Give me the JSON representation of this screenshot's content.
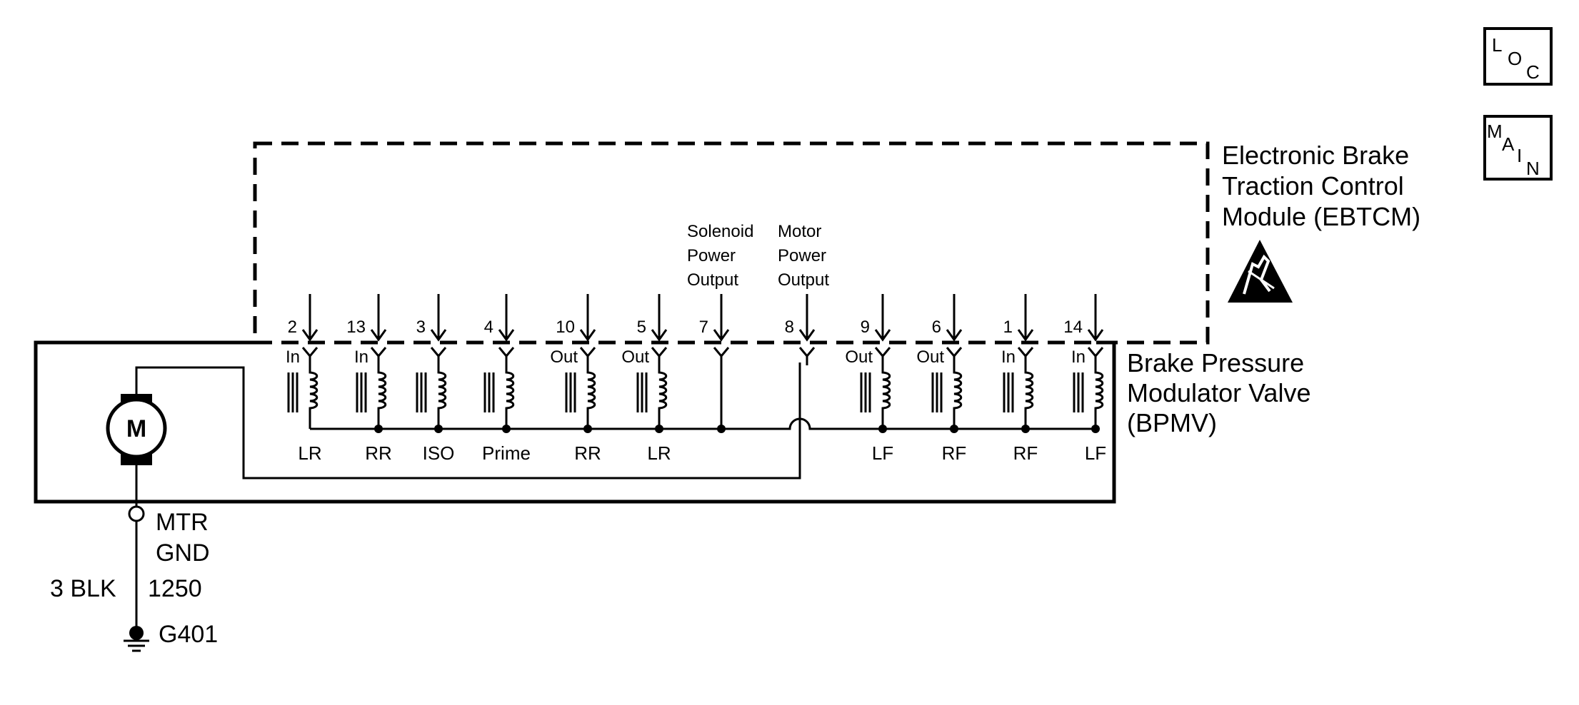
{
  "nav": {
    "loc_icon": "LOC",
    "main_icon": "MAIN",
    "loc_letters": [
      "L",
      "O",
      "C"
    ],
    "main_letters": [
      "M",
      "A",
      "I",
      "N"
    ]
  },
  "modules": {
    "ebtcm_lines": [
      "Electronic Brake",
      "Traction Control",
      "Module (EBTCM)"
    ],
    "bpmv_lines": [
      "Brake Pressure",
      "Modulator Valve",
      "(BPMV)"
    ]
  },
  "icons": {
    "esd": "esd-sensitive-icon",
    "motor": "motor-icon",
    "ground": "ground-icon",
    "splice": "splice-icon"
  },
  "outputs": {
    "solenoid_lines": [
      "Solenoid",
      "Power",
      "Output"
    ],
    "motor_lines": [
      "Motor",
      "Power",
      "Output"
    ]
  },
  "motor": {
    "label": "M"
  },
  "ground_circuit": {
    "mtr_gnd_lines": [
      "MTR",
      "GND"
    ],
    "wire_color": "3 BLK",
    "circuit_number": "1250",
    "ground_id": "G401"
  },
  "pins": [
    {
      "pin": "2",
      "dir": "In",
      "label": "LR",
      "type": "solenoid"
    },
    {
      "pin": "13",
      "dir": "In",
      "label": "RR",
      "type": "solenoid"
    },
    {
      "pin": "3",
      "dir": "",
      "label": "ISO",
      "type": "solenoid"
    },
    {
      "pin": "4",
      "dir": "",
      "label": "Prime",
      "type": "solenoid"
    },
    {
      "pin": "10",
      "dir": "Out",
      "label": "RR",
      "type": "solenoid"
    },
    {
      "pin": "5",
      "dir": "Out",
      "label": "LR",
      "type": "solenoid"
    },
    {
      "pin": "7",
      "dir": "",
      "label": "",
      "type": "solenoid_power"
    },
    {
      "pin": "8",
      "dir": "",
      "label": "",
      "type": "motor_power"
    },
    {
      "pin": "9",
      "dir": "Out",
      "label": "LF",
      "type": "solenoid"
    },
    {
      "pin": "6",
      "dir": "Out",
      "label": "RF",
      "type": "solenoid"
    },
    {
      "pin": "1",
      "dir": "In",
      "label": "RF",
      "type": "solenoid"
    },
    {
      "pin": "14",
      "dir": "In",
      "label": "LF",
      "type": "solenoid"
    }
  ]
}
